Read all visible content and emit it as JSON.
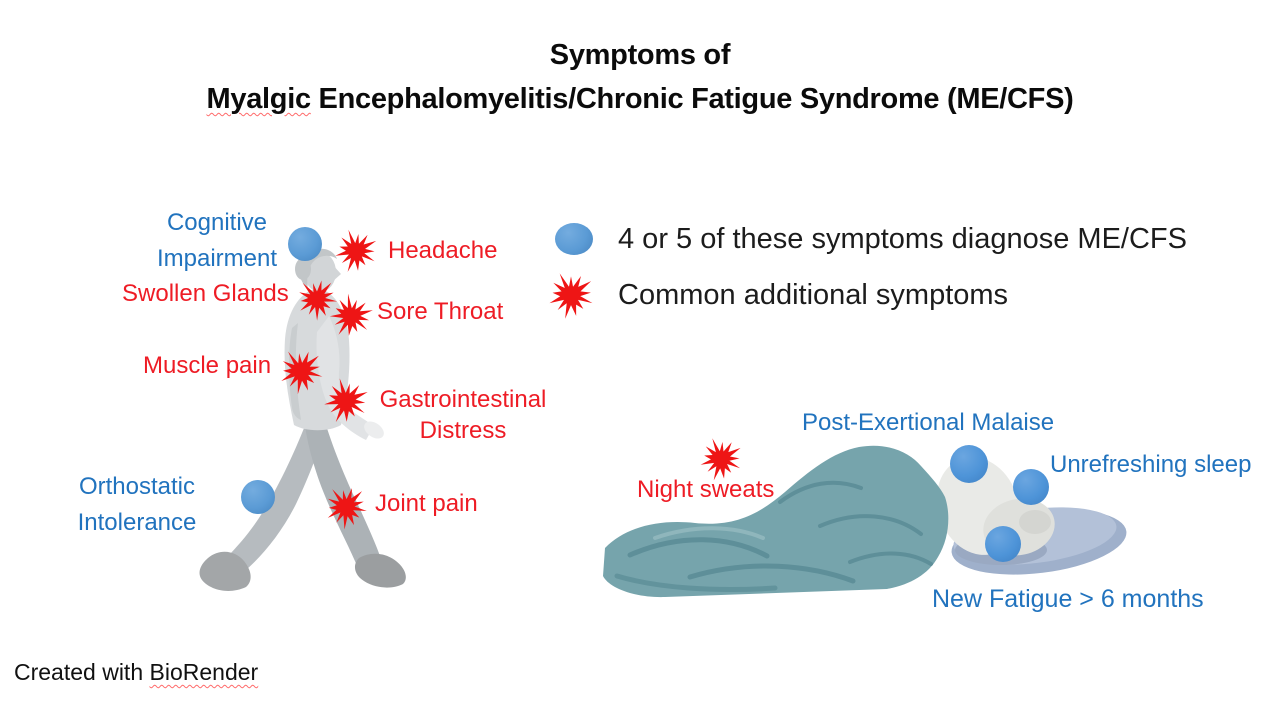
{
  "title": {
    "line1": "Symptoms of",
    "line2_underlined_word": "Myalgic",
    "line2_rest": " Encephalomyelitis/Chronic Fatigue Syndrome (ME/CFS)"
  },
  "legend": {
    "items": [
      {
        "icon": "blue-circle",
        "label": "4 or 5 of these symptoms diagnose ME/CFS"
      },
      {
        "icon": "red-starburst",
        "label": "Common additional symptoms"
      }
    ]
  },
  "symptoms": {
    "standing": {
      "cognitive_impairment": {
        "line1": "Cognitive",
        "line2": "Impairment",
        "type": "diagnostic"
      },
      "headache": {
        "label": "Headache",
        "type": "additional"
      },
      "swollen_glands": {
        "label": "Swollen Glands",
        "type": "additional"
      },
      "sore_throat": {
        "label": "Sore Throat",
        "type": "additional"
      },
      "muscle_pain": {
        "label": "Muscle pain",
        "type": "additional"
      },
      "gastrointestinal": {
        "line1": "Gastrointestinal",
        "line2": "Distress",
        "type": "additional"
      },
      "orthostatic": {
        "line1": "Orthostatic",
        "line2": "Intolerance",
        "type": "diagnostic"
      },
      "joint_pain": {
        "label": "Joint pain",
        "type": "additional"
      }
    },
    "lying": {
      "night_sweats": {
        "label": "Night sweats",
        "type": "additional"
      },
      "post_exertional_malaise": {
        "label": "Post-Exertional Malaise",
        "type": "diagnostic"
      },
      "unrefreshing_sleep": {
        "label": "Unrefreshing sleep",
        "type": "diagnostic"
      },
      "new_fatigue": {
        "label": "New Fatigue > 6 months",
        "type": "diagnostic"
      }
    }
  },
  "footer": {
    "prefix": "Created with ",
    "brand": "BioRender"
  },
  "colors": {
    "diagnostic_text_blue": "#2173BE",
    "additional_text_red": "#EE1C25",
    "starburst_red": "#EE1515",
    "marker_blue": "#5B9BD5",
    "marker_blue_highlight": "#74ACDF",
    "marker_blue_shadow": "#4684BF",
    "marker_blue_deep": "#4E94D8",
    "marker_blue_deep_highlight": "#6BA6E0",
    "marker_blue_deep_shadow": "#3E7FC2",
    "blanket_teal": "#76A4AC",
    "blanket_fold_dark": "#5E8F99",
    "pillow_blue_gray": "#B3C1D8",
    "figure_gray": "#D7DADC"
  }
}
